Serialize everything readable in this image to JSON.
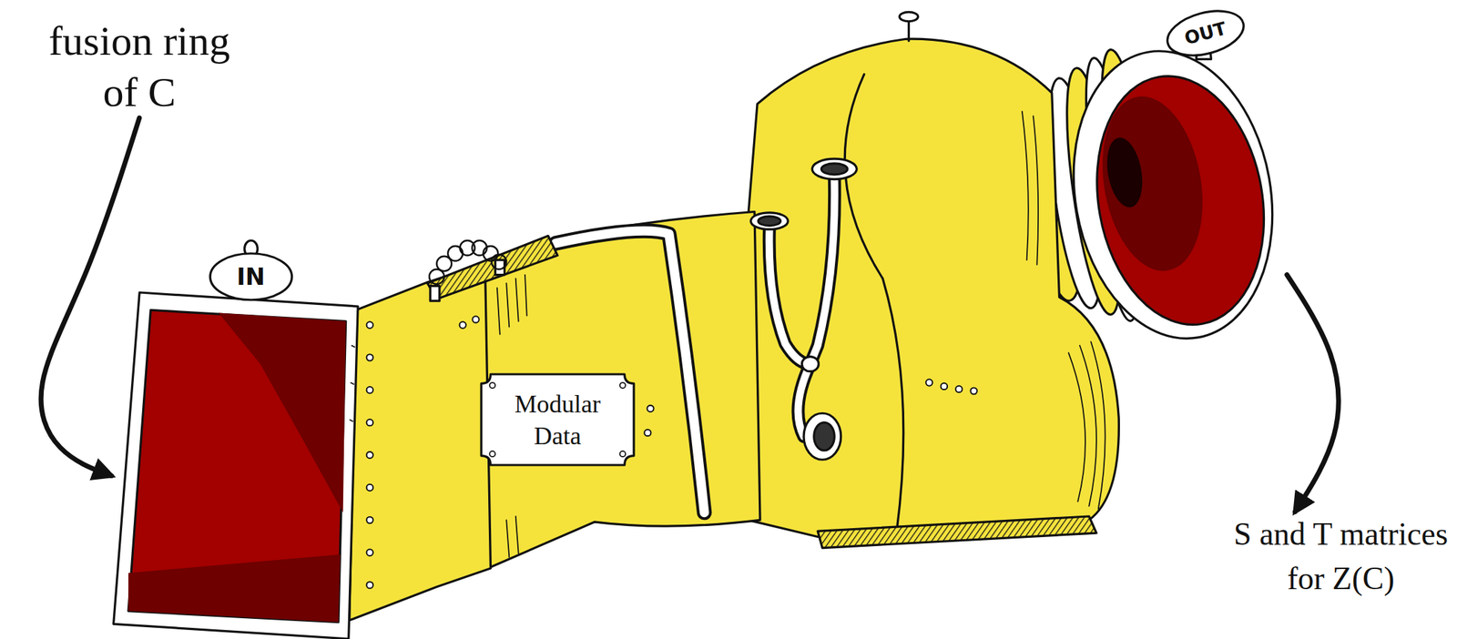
{
  "diagram": {
    "nodes": [
      {
        "text": [
          "fusion ring of C"
        ]
      },
      {
        "text": [
          "IN"
        ]
      },
      {
        "text": [
          "Modular Data"
        ]
      },
      {
        "text": [
          "OUT"
        ]
      },
      {
        "text": [
          "S and T matrices for Z(C)"
        ]
      }
    ],
    "edges": [
      {
        "from": 0,
        "to": 1,
        "arrow": "to"
      },
      {
        "from": 3,
        "to": 4,
        "arrow": "to"
      }
    ]
  }
}
